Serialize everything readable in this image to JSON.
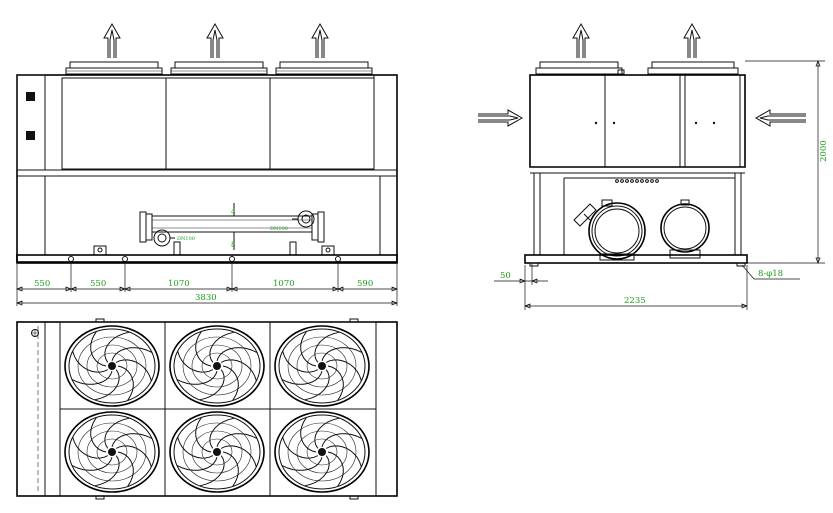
{
  "front_view": {
    "dimensions": [
      "550",
      "550",
      "1070",
      "1070",
      "590"
    ],
    "overall_length": "3830",
    "pipe_labels": [
      "DN100",
      "DN100"
    ],
    "pipe_marks": [
      "4",
      "8"
    ]
  },
  "side_view": {
    "height": "2000",
    "width": "2235",
    "offset": "50",
    "holes": "8-φ18"
  },
  "top_view": {
    "fan_count": 6
  },
  "colors": {
    "dimension_text": "#1a9e1a",
    "line": "#111111"
  }
}
